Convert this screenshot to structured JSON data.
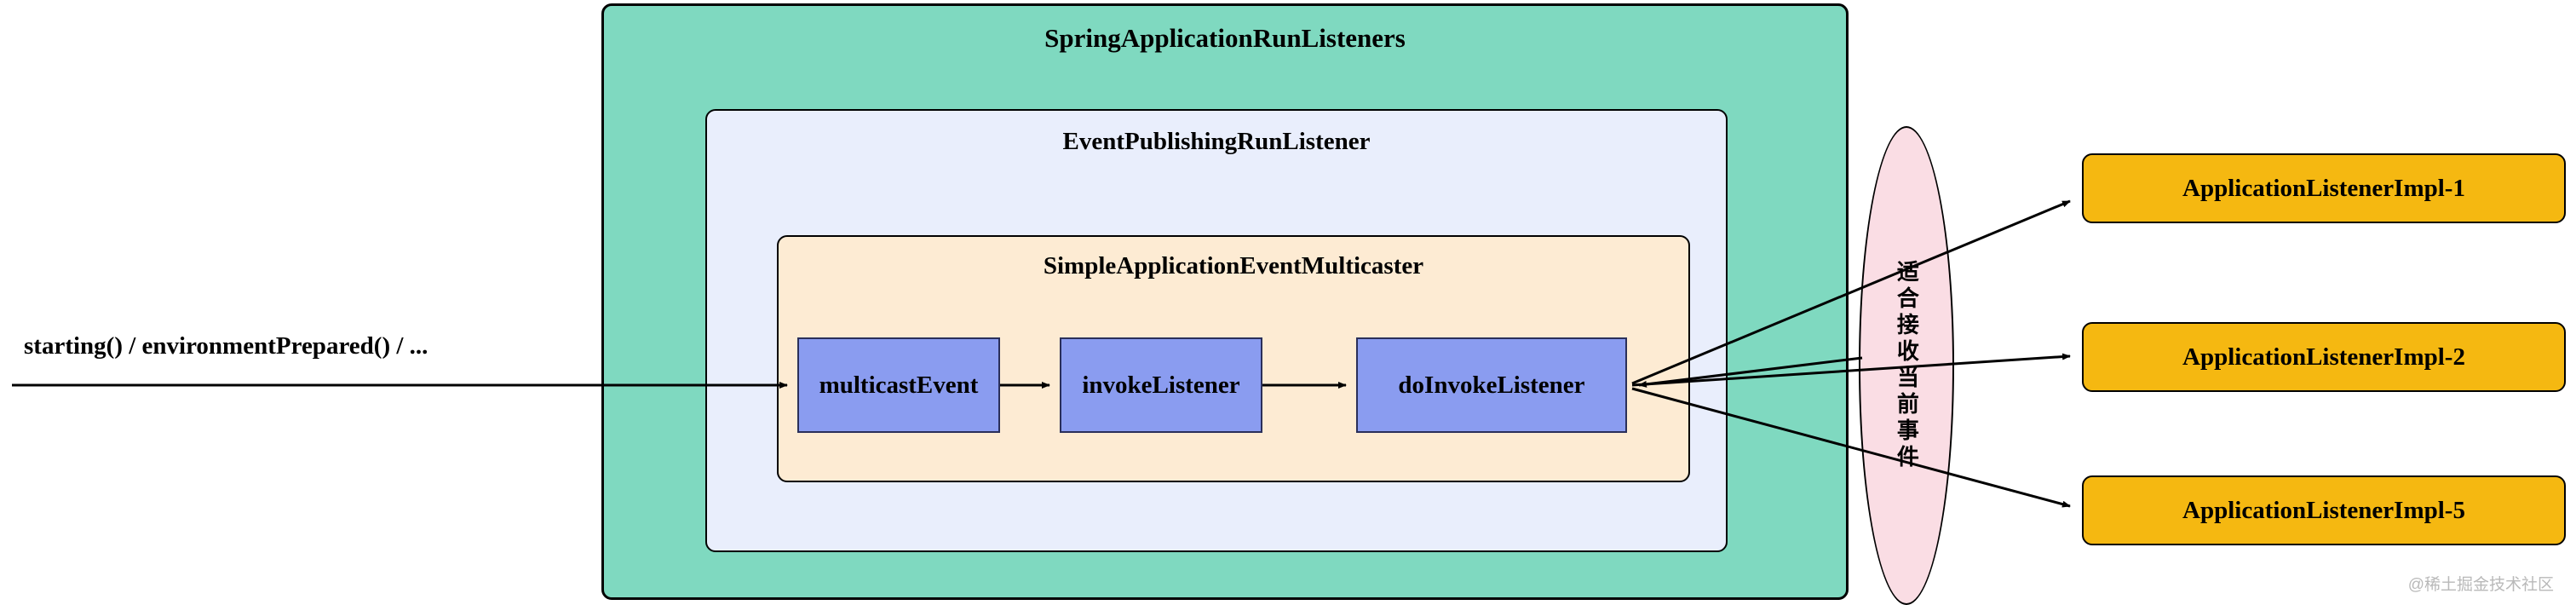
{
  "diagram": {
    "type": "flow-diagram",
    "background": "#ffffff",
    "outer_container": {
      "title": "SpringApplicationRunListeners",
      "color": "#7fd9c0"
    },
    "mid_container": {
      "title": "EventPublishingRunListener",
      "color": "#e9eefc"
    },
    "inner_container": {
      "title": "SimpleApplicationEventMulticaster",
      "color": "#fdebd3"
    },
    "method_boxes": [
      {
        "label": "multicastEvent",
        "color": "#8a9cf0"
      },
      {
        "label": "invokeListener",
        "color": "#8a9cf0"
      },
      {
        "label": "doInvokeListener",
        "color": "#8a9cf0"
      }
    ],
    "entry_label": "starting() / environmentPrepared() / ...",
    "filter_ellipse": {
      "label": "适合接收当前事件",
      "color": "#fadde4"
    },
    "listeners": [
      {
        "label": "ApplicationListenerImpl-1",
        "color": "#f5b811"
      },
      {
        "label": "ApplicationListenerImpl-2",
        "color": "#f5b811"
      },
      {
        "label": "ApplicationListenerImpl-5",
        "color": "#f5b811"
      }
    ],
    "watermark": "@稀土掘金技术社区"
  }
}
